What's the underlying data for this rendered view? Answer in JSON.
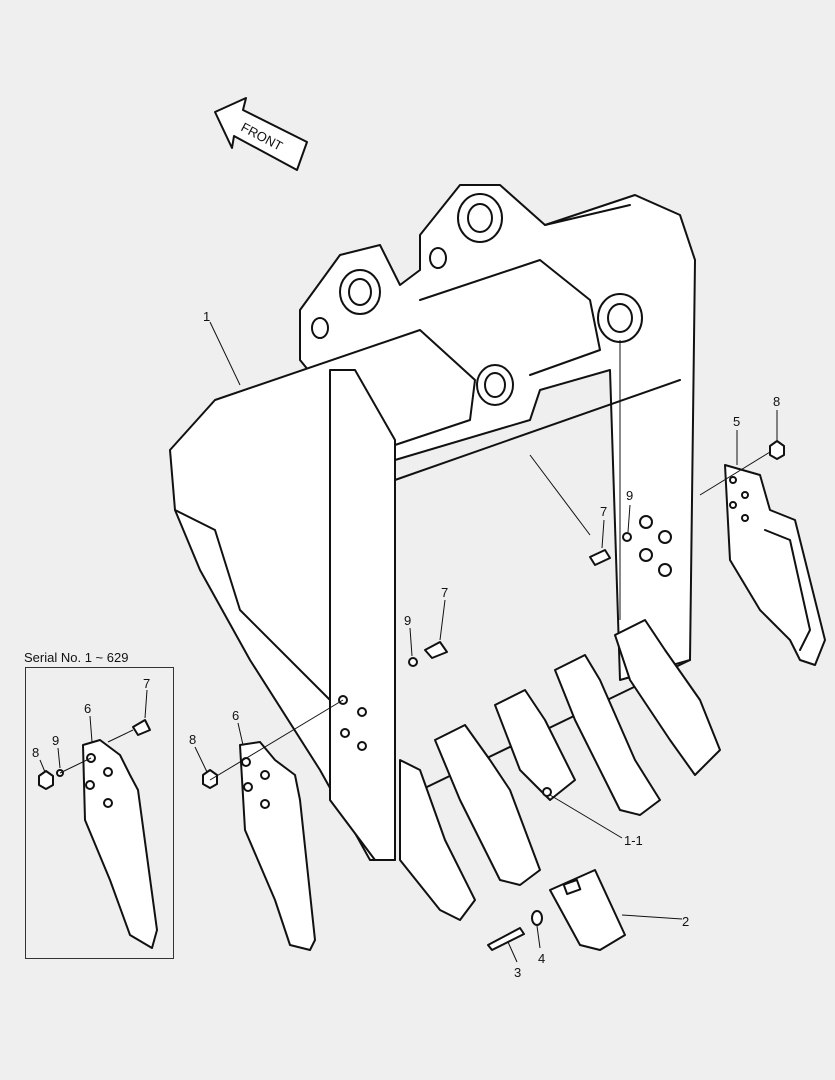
{
  "front_arrow_label": "FRONT",
  "inset": {
    "title": "Serial No. 1 ~ 629"
  },
  "callouts": [
    "1",
    "1-1",
    "2",
    "3",
    "4",
    "5",
    "6",
    "6",
    "7",
    "7",
    "7",
    "8",
    "8",
    "8",
    "9",
    "9",
    "9"
  ]
}
